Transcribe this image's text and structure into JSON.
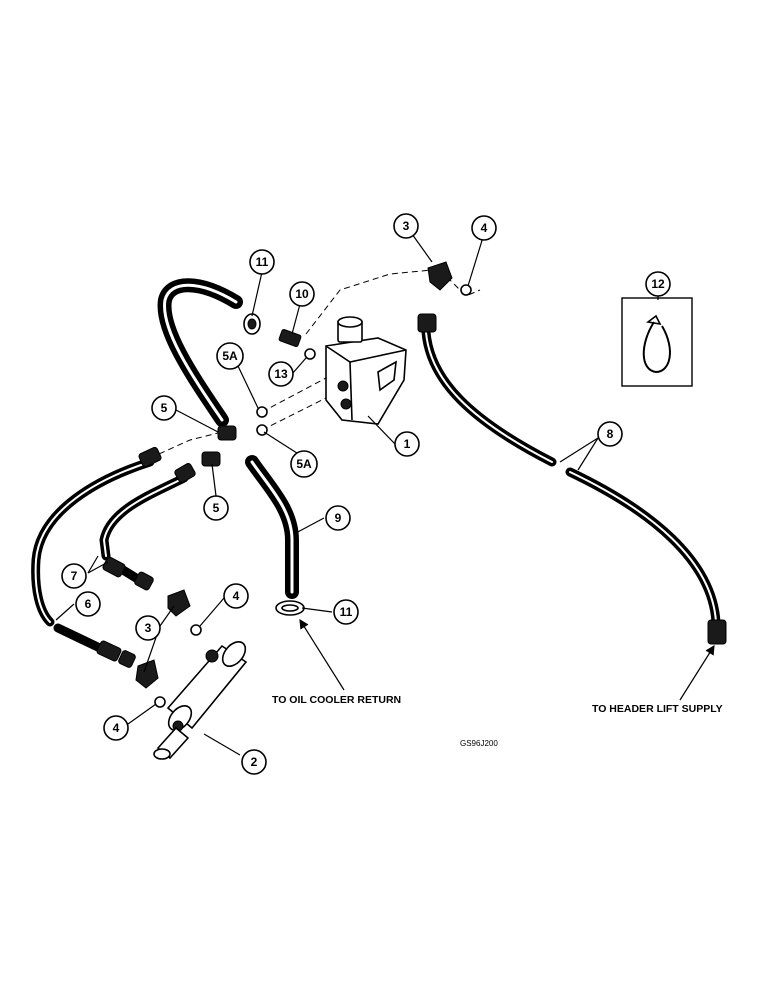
{
  "callouts": [
    "1",
    "2",
    "3",
    "3",
    "4",
    "4",
    "4",
    "5",
    "5",
    "5A",
    "5A",
    "6",
    "7",
    "8",
    "9",
    "10",
    "11",
    "11",
    "12",
    "13"
  ],
  "labels": {
    "oil_cooler": "TO OIL COOLER RETURN",
    "header_lift": "TO HEADER LIFT SUPPLY",
    "drawing_code": "GS96J200"
  }
}
